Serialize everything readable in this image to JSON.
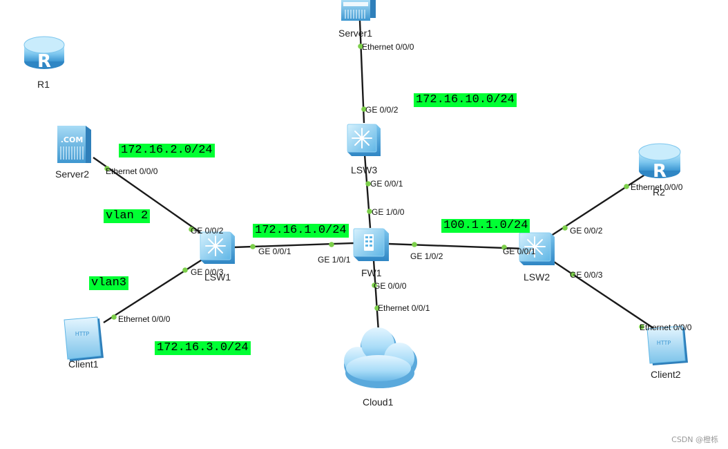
{
  "devices": {
    "server1": "Server1",
    "r1": "R1",
    "server2": "Server2",
    "lsw3": "LSW3",
    "r2": "R2",
    "lsw1": "LSW1",
    "fw1": "FW1",
    "lsw2": "LSW2",
    "client1": "Client1",
    "cloud1": "Cloud1",
    "client2": "Client2"
  },
  "ports": {
    "server1_eth": "Ethernet 0/0/0",
    "lsw3_ge002": "GE 0/0/2",
    "lsw3_ge001": "GE 0/0/1",
    "fw1_ge100": "GE 1/0/0",
    "server2_eth": "Ethernet 0/0/0",
    "lsw1_ge002": "GE 0/0/2",
    "lsw1_ge001": "GE 0/0/1",
    "fw1_ge101": "GE 1/0/1",
    "fw1_ge102": "GE 1/0/2",
    "lsw2_ge001": "GE 0/0/1",
    "lsw2_ge002": "GE 0/0/2",
    "r2_eth": "Ethernet 0/0/0",
    "lsw1_ge003": "GE 0/0/3",
    "client1_eth": "Ethernet 0/0/0",
    "fw1_ge000": "GE 0/0/0",
    "cloud1_eth": "Ethernet 0/0/1",
    "lsw2_ge003": "GE 0/0/3",
    "client2_eth": "Ethernet 0/0/0"
  },
  "networks": {
    "net_10": "172.16.10.0/24",
    "net_2": "172.16.2.0/24",
    "vlan2": "vlan 2",
    "net_1": "172.16.1.0/24",
    "net_100": "100.1.1.0/24",
    "vlan3": "vlan3",
    "net_3": "172.16.3.0/24"
  },
  "watermark": "CSDN @橙栎"
}
